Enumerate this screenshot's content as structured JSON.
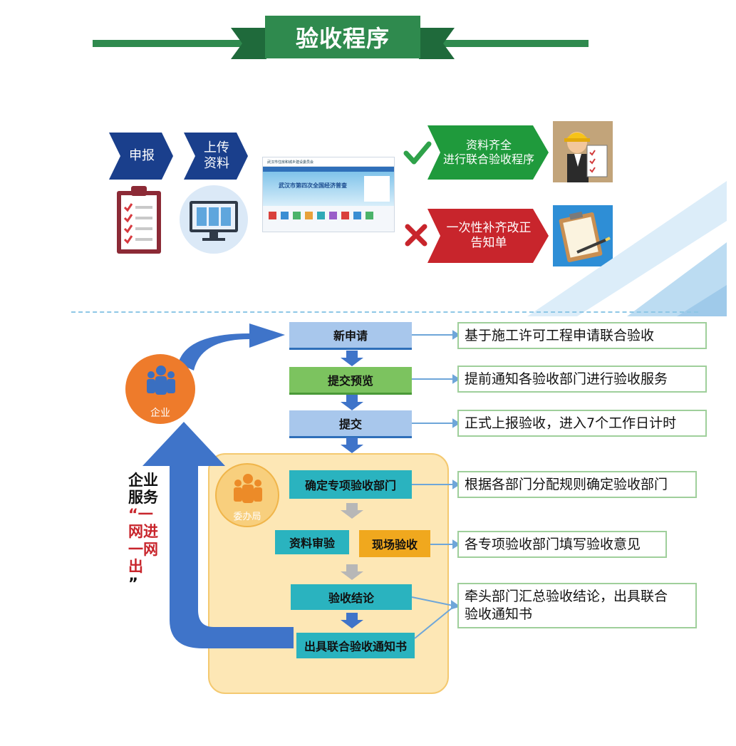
{
  "banner": {
    "title": "验收程序"
  },
  "top_flow": {
    "step1": "申报",
    "step2_line1": "上传",
    "step2_line2": "资料",
    "portal_title": "武汉市住房和城乡建设委员会",
    "portal_banner": "武汉市第四次全国经济普查",
    "outcome_pass_line1": "资料齐全",
    "outcome_pass_line2": "进行联合验收程序",
    "outcome_fail_line1": "一次性补齐改正",
    "outcome_fail_line2": "告知单"
  },
  "actors": {
    "enterprise": "企业",
    "committee": "委办局"
  },
  "flow_steps": [
    {
      "label": "新申请"
    },
    {
      "label": "提交预览"
    },
    {
      "label": "提交"
    },
    {
      "label": "确定专项验收部门"
    },
    {
      "label": "资料审验"
    },
    {
      "label": "现场验收"
    },
    {
      "label": "验收结论"
    },
    {
      "label": "出具联合验收通知书"
    }
  ],
  "notes": [
    {
      "text": "基于施工许可工程申请联合验收"
    },
    {
      "text": "提前通知各验收部门进行验收服务"
    },
    {
      "text": "正式上报验收，进入7个工作日计时"
    },
    {
      "text": "根据各部门分配规则确定验收部门"
    },
    {
      "text": "各专项验收部门填写验收意见"
    },
    {
      "line1": "牵头部门汇总验收结论，出具联合",
      "line2": "验收通知书"
    }
  ],
  "side_slogan": {
    "line1": "企业",
    "line2": "服务",
    "line3": "“一",
    "line4": "网进",
    "line5": "一网",
    "line6": "出",
    "line7": "”"
  },
  "colors": {
    "banner_green": "#2f8a4e",
    "navy": "#1a3f8c",
    "pass_green": "#1f9a3c",
    "fail_red": "#c8252c",
    "step_blue": "#a8c7ec",
    "step_green": "#7cc35f",
    "step_teal": "#2ab3bf",
    "step_orange": "#f0a81e",
    "arrow_blue": "#3f74c9",
    "note_border": "#9fcf9b",
    "panel_bg": "#fde7b5"
  }
}
